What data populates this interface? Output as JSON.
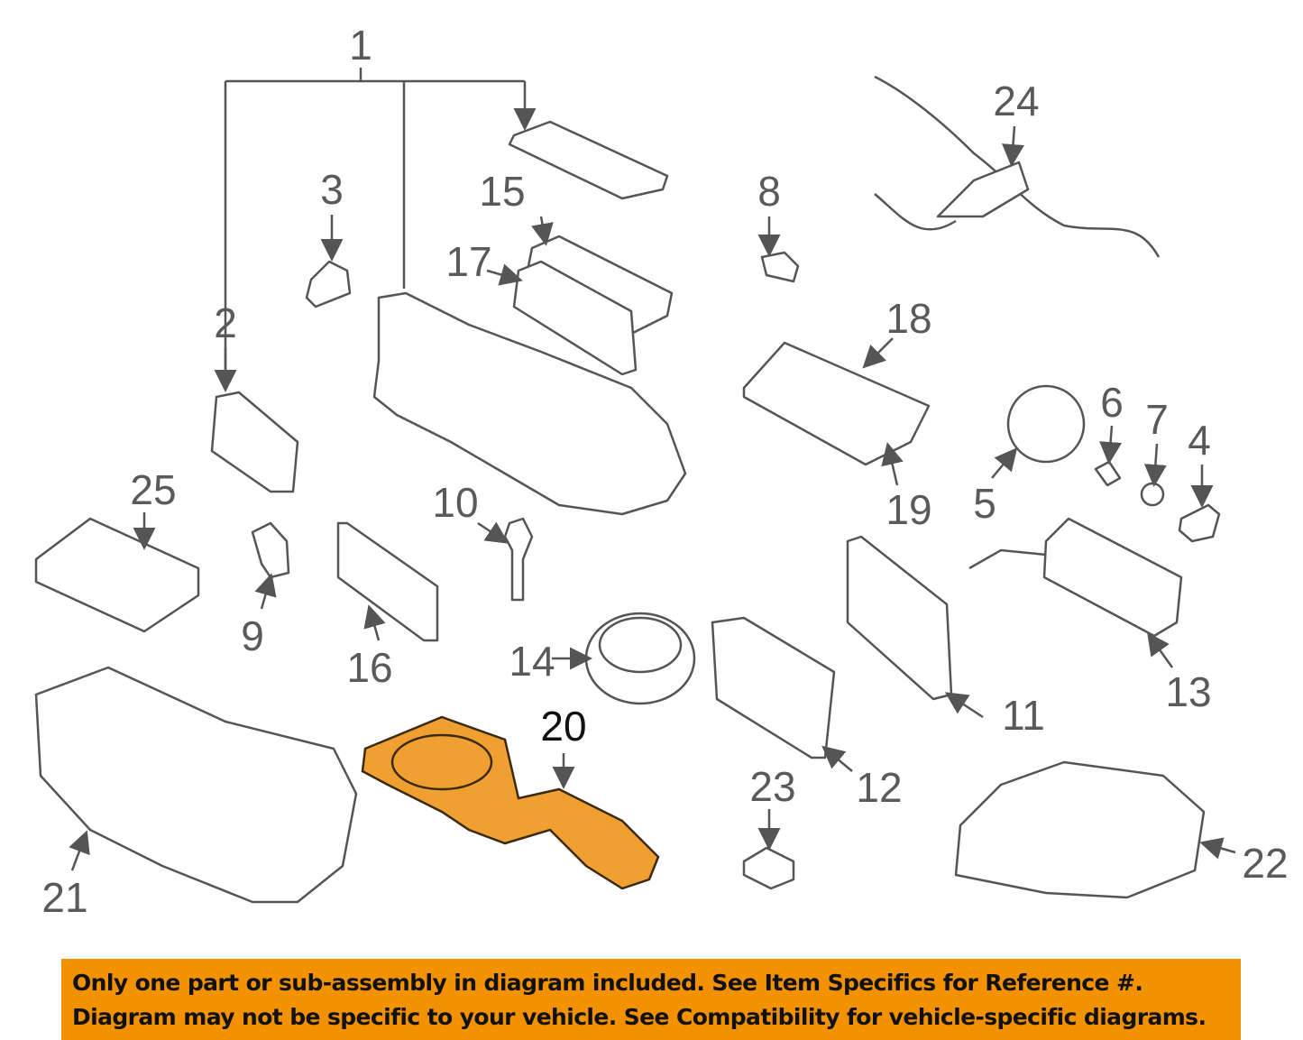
{
  "diagram": {
    "callouts": [
      "1",
      "2",
      "3",
      "4",
      "5",
      "6",
      "7",
      "8",
      "9",
      "10",
      "11",
      "12",
      "13",
      "14",
      "15",
      "16",
      "17",
      "18",
      "19",
      "20",
      "21",
      "22",
      "23",
      "24",
      "25"
    ],
    "highlighted_part": "20",
    "highlight_color": "#f39200"
  },
  "banner": {
    "line1": "Only one part or sub-assembly in diagram included. See Item Specifics for Reference #.",
    "line2": "Diagram may not be specific to your vehicle. See Compatibility for vehicle-specific diagrams."
  }
}
